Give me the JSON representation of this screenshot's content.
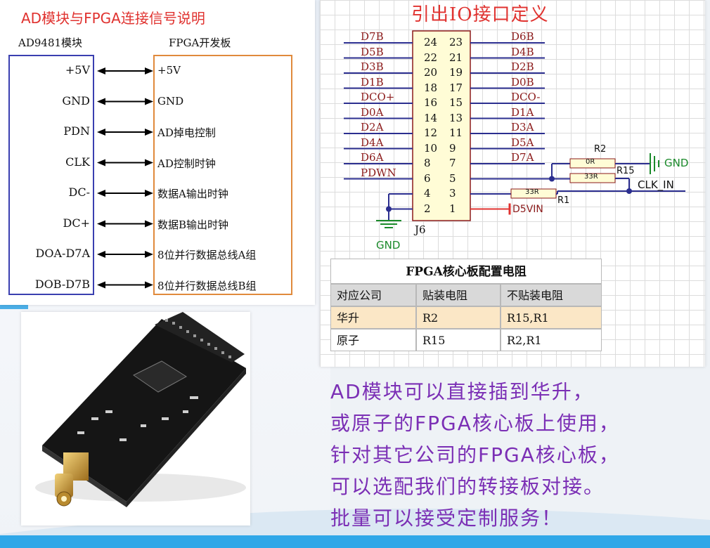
{
  "connection": {
    "title": "AD模块与FPGA连接信号说明",
    "left_title": "AD9481模块",
    "right_title": "FPGA开发板",
    "rows": [
      {
        "left": "+5V",
        "right": "+5V"
      },
      {
        "left": "GND",
        "right": "GND"
      },
      {
        "left": "PDN",
        "right": "AD掉电控制"
      },
      {
        "left": "CLK",
        "right": "AD控制时钟"
      },
      {
        "left": "DC-",
        "right": "数据A输出时钟"
      },
      {
        "left": "DC+",
        "right": "数据B输出时钟"
      },
      {
        "left": "DOA-D7A",
        "right": "8位并行数据总线A组"
      },
      {
        "left": "DOB-D7B",
        "right": "8位并行数据总线B组"
      }
    ],
    "left_box_color": "#3a3fb0",
    "right_box_color": "#e08a3c"
  },
  "pins": {
    "title": "引出IO接口定义",
    "connector_label": "J6",
    "left_signals": [
      "D7B",
      "D5B",
      "D3B",
      "D1B",
      "DCO+",
      "D0A",
      "D2A",
      "D4A",
      "D6A",
      "PDWN"
    ],
    "left_numbers": [
      "24",
      "22",
      "20",
      "18",
      "16",
      "14",
      "12",
      "10",
      "8",
      "6",
      "4",
      "2"
    ],
    "right_numbers": [
      "23",
      "21",
      "19",
      "17",
      "15",
      "13",
      "11",
      "9",
      "7",
      "5",
      "3",
      "1"
    ],
    "right_signals": [
      "D6B",
      "D4B",
      "D2B",
      "D0B",
      "DCO-",
      "D1A",
      "D3A",
      "D5A",
      "D7A"
    ],
    "r2_label": "R2",
    "r2_value": "0R",
    "r15_label": "R15",
    "r15_value": "33R",
    "r1_label": "R1",
    "r1_value": "33R",
    "gnd_right": "GND",
    "gnd_left": "GND",
    "clk_in": "CLK_IN",
    "d5vin": "D5VIN"
  },
  "fpga_table": {
    "title": "FPGA核心板配置电阻",
    "headers": [
      "对应公司",
      "贴装电阻",
      "不贴装电阻"
    ],
    "rows": [
      [
        "华升",
        "R2",
        "R15,R1"
      ],
      [
        "原子",
        "R15",
        "R2,R1"
      ]
    ]
  },
  "promo_lines": [
    "AD模块可以直接插到华升，",
    "或原子的FPGA核心板上使用，",
    "针对其它公司的FPGA核心板，",
    "可以选配我们的转接板对接。",
    "批量可以接受定制服务！"
  ],
  "colors": {
    "title_red": "#e0322f",
    "promo_purple": "#7b2fb5",
    "signal_line": "#2b2e8f",
    "gnd_green": "#1a8a2a",
    "bottom_bar": "#2fa7e8"
  }
}
